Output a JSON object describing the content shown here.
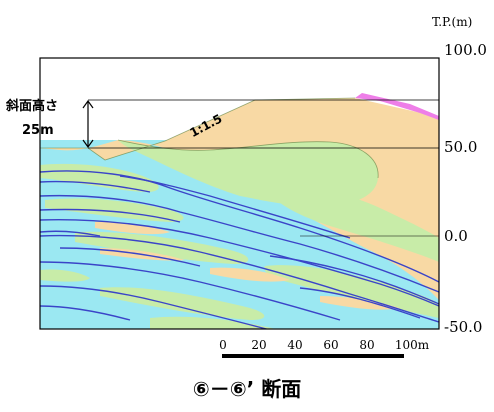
{
  "title": "⑥－⑥’ 断面",
  "elevation_axis": {
    "unit_label": "T.P.(m)",
    "ticks": [
      {
        "value": 100,
        "label": "100.0"
      },
      {
        "value": 50,
        "label": "50.0"
      },
      {
        "value": 0,
        "label": "0.0"
      },
      {
        "value": -50,
        "label": "-50.0"
      }
    ]
  },
  "slope_annotation": {
    "label_line1": "斜面高さ",
    "label_line2": "25m",
    "gradient_label": "1:1.5"
  },
  "scale_bar": {
    "labels": [
      "0",
      "20",
      "40",
      "60",
      "80",
      "100m"
    ]
  },
  "colors": {
    "upper_layer": "#f8d9a4",
    "green_layer": "#c8eca8",
    "aquifer": "#9be8f2",
    "pink_cap": "#ee7ee8",
    "boundary_lines": "#3a44c8",
    "frame": "#000000"
  }
}
